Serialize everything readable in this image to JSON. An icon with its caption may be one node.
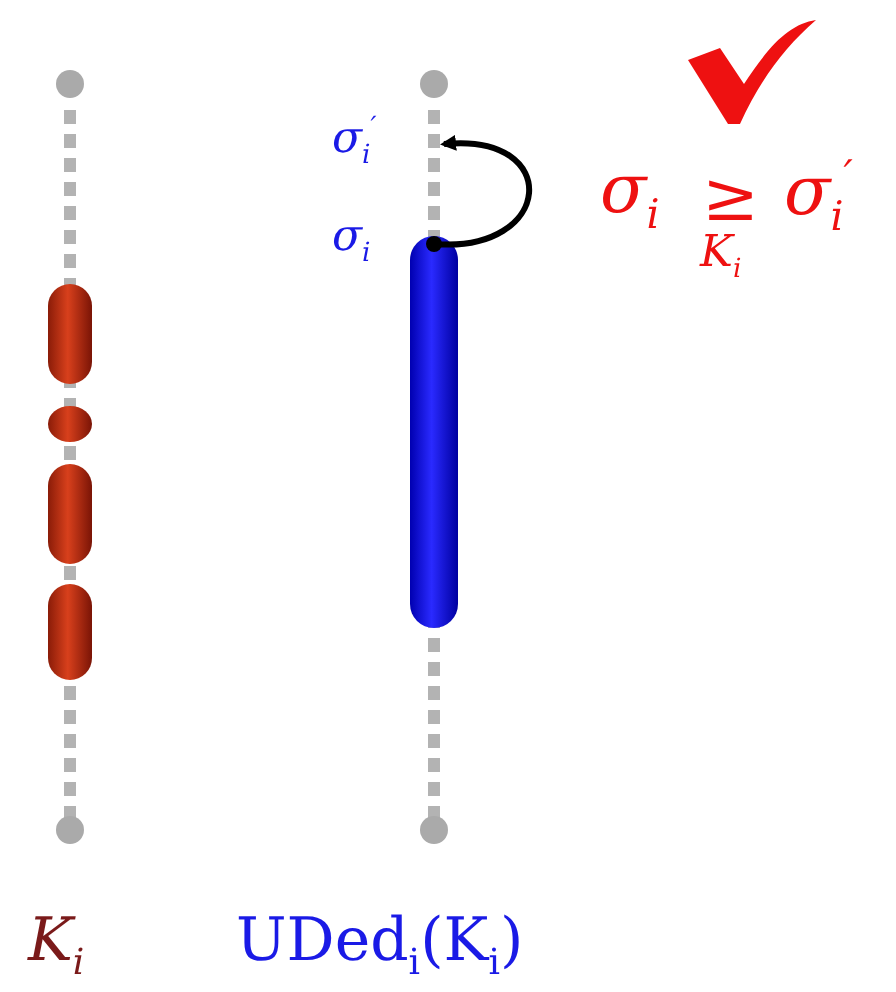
{
  "diagram": {
    "nodes": [
      {
        "text": [
          "σ$_{i}$$^{′}$"
        ]
      },
      {
        "text": [
          "σ$_{i}$"
        ]
      }
    ],
    "edges": [
      {
        "from": 1,
        "to": 0,
        "arrow": "to"
      }
    ],
    "labels": [
      "σ$_{i}$",
      "≥",
      "K$_{i}$",
      "σ$_{i}$$^{′}$",
      "K$_{i}$",
      "UDed$_{i}$(K$_{i}$)"
    ]
  }
}
